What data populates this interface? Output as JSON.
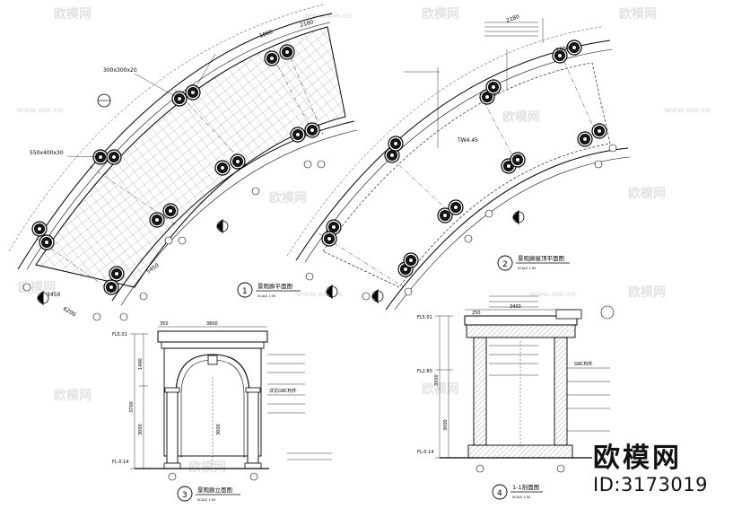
{
  "watermark": {
    "site": "欧模网",
    "url": "www.om.cn"
  },
  "brand": {
    "logo": "欧模网",
    "id": "ID:3173019"
  },
  "drawings": {
    "plan1": {
      "number": "1",
      "title": "景观廊平面图",
      "scale": "SCALE 1:50",
      "notes": {
        "tile_a": "300x300x20",
        "tile_b": "550x400x30",
        "dim_top": "2180",
        "dim_b": "1800",
        "dim_c": "3450",
        "dim_d": "5450",
        "dim_e": "6200"
      }
    },
    "plan2": {
      "number": "2",
      "title": "景观廊屋顶平面图",
      "scale": "SCALE 1:50",
      "notes": {
        "level": "TW4.45",
        "dim_top": "2180",
        "dim_b": "1800"
      }
    },
    "elev3": {
      "number": "3",
      "title": "景观廊立面图",
      "scale": "SCALE 1:50",
      "dims": {
        "width": "3800",
        "sub": "350",
        "h1": "3000",
        "h2": "3700",
        "h3": "1490"
      },
      "levels": {
        "top": "FL5.01",
        "bottom": "FL-0.14"
      },
      "note": "详见GRC构件"
    },
    "sec4": {
      "number": "4",
      "title": "1-1剖面图",
      "scale": "SCALE 1:50",
      "dims": {
        "width": "3400",
        "h1": "3000",
        "h2": "3500",
        "top_w": "250"
      },
      "levels": {
        "top": "FL5.01",
        "mid": "FL2.80",
        "bottom": "FL-0.14"
      },
      "note": "GRC构件"
    }
  }
}
